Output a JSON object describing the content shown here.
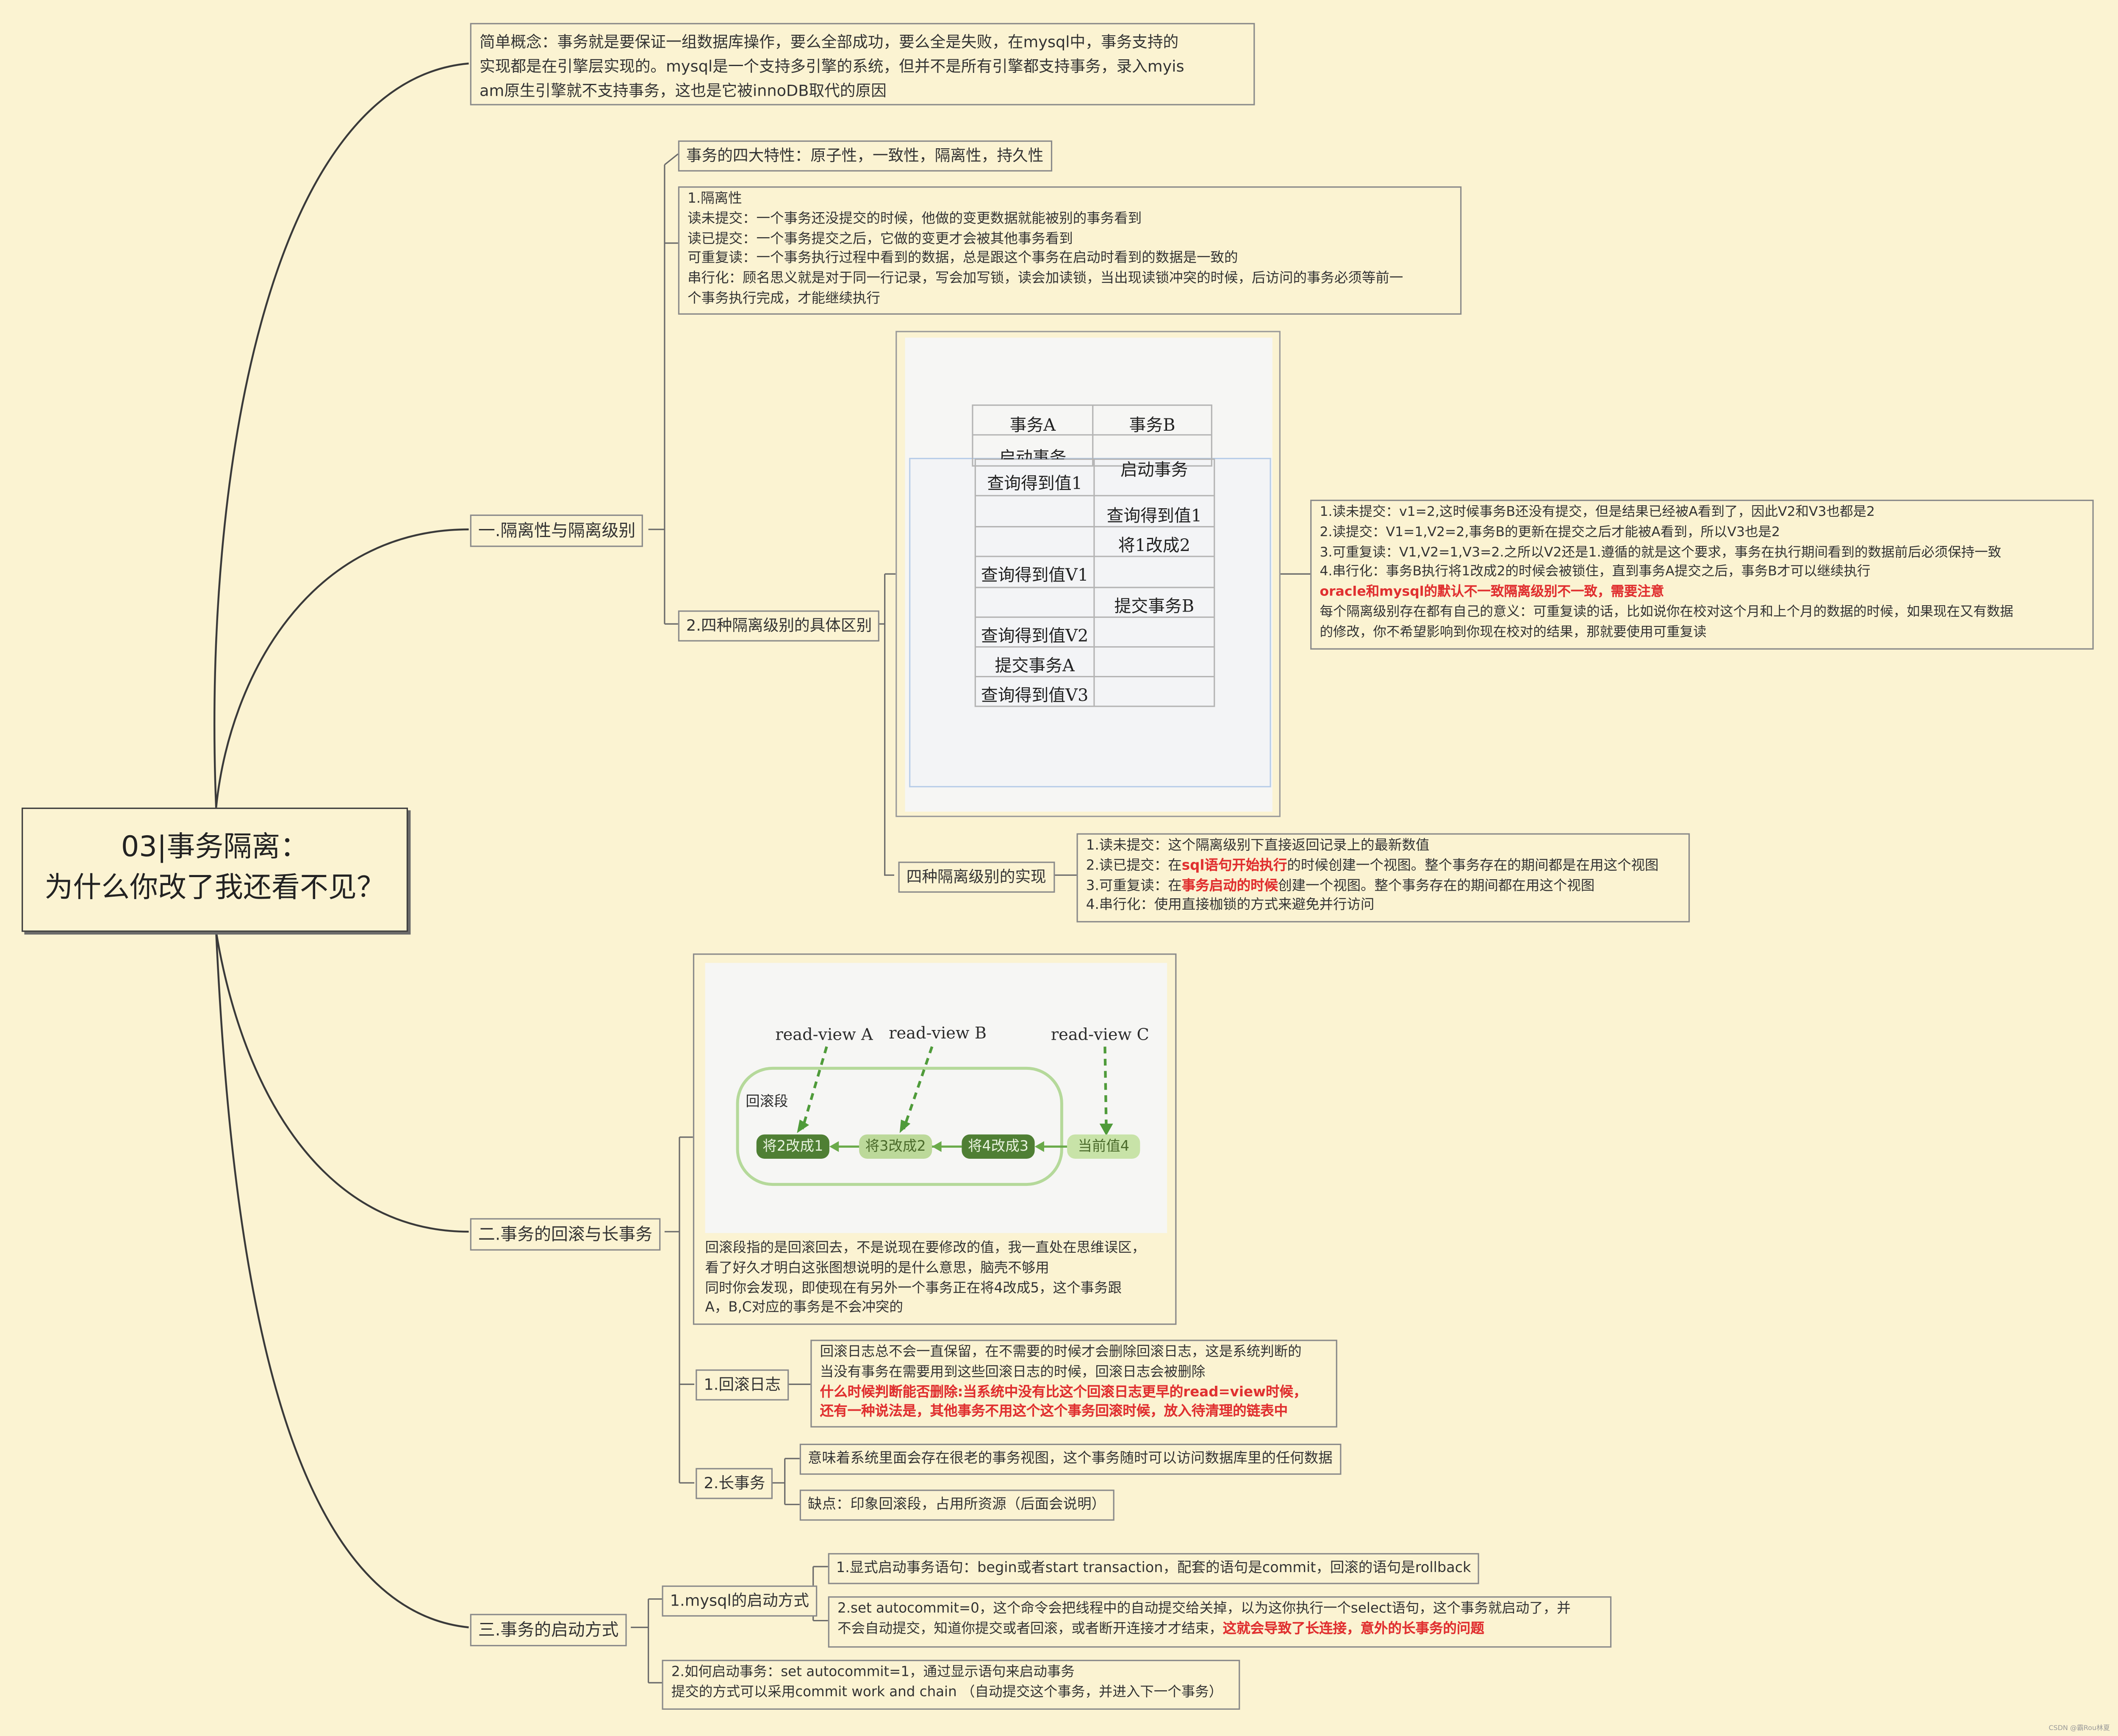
{
  "center": {
    "line1": "03|事务隔离：",
    "line2": "为什么你改了我还看不见？"
  },
  "concept": {
    "lines": [
      "简单概念：事务就是要保证一组数据库操作，要么全部成功，要么全是失败，在mysql中，事务支持的",
      "实现都是在引擎层实现的。mysql是一个支持多引擎的系统，但并不是所有引擎都支持事务，录入myis",
      "am原生引擎就不支持事务，这也是它被innoDB取代的原因"
    ]
  },
  "section1": {
    "title": "一.隔离性与隔离级别",
    "acid": "事务的四大特性：原子性，一致性，隔离性，持久性",
    "isolation": {
      "lines": [
        "1.隔离性",
        "读未提交：一个事务还没提交的时候，他做的变更数据就能被别的事务看到",
        "读已提交：一个事务提交之后，它做的变更才会被其他事务看到",
        "可重复读：一个事务执行过程中看到的数据，总是跟这个事务在启动时看到的数据是一致的",
        "串行化：顾名思义就是对于同一行记录，写会加写锁，读会加读锁，当出现读锁冲突的时候，后访问的事务必须等前一",
        "个事务执行完成，才能继续执行"
      ]
    },
    "levels_title": "2.四种隔离级别的具体区别",
    "table": {
      "head_a": "事务A",
      "head_b": "事务B",
      "start_a": "启动事务",
      "start_b": "启动事务",
      "a_q1": "查询得到值1",
      "b_q1": "查询得到值1",
      "b_upd": "将1改成2",
      "a_v1": "查询得到值V1",
      "b_commit": "提交事务B",
      "a_v2": "查询得到值V2",
      "a_commit": "提交事务A",
      "a_v3": "查询得到值V3"
    },
    "levels_notes": {
      "l1": "1.读未提交：v1=2,这时候事务B还没有提交，但是结果已经被A看到了，因此V2和V3也都是2",
      "l2": "2.读提交：V1=1,V2=2,事务B的更新在提交之后才能被A看到，所以V3也是2",
      "l3": "3.可重复读：V1,V2=1,V3=2.之所以V2还是1.遵循的就是这个要求，事务在执行期间看到的数据前后必须保持一致",
      "l4": "4.串行化：事务B执行将1改成2的时候会被锁住，直到事务A提交之后，事务B才可以继续执行",
      "l5_red": "oracle和mysql的默认不一致隔离级别不一致，需要注意",
      "l6": "每个隔离级别存在都有自己的意义：可重复读的话，比如说你在校对这个月和上个月的数据的时候，如果现在又有数据",
      "l7": "的修改，你不希望影响到你现在校对的结果，那就要使用可重复读"
    },
    "impl_title": "四种隔离级别的实现",
    "impl": {
      "l1": "1.读未提交：这个隔离级别下直接返回记录上的最新数值",
      "l2_pre": "2.读已提交：在",
      "l2_red": "sql语句开始执行",
      "l2_post": "的时候创建一个视图。整个事务存在的期间都是在用这个视图",
      "l3_pre": "3.可重复读：在",
      "l3_red": "事务启动的时候",
      "l3_post": "创建一个视图。整个事务存在的期间都在用这个视图",
      "l4": "4.串行化：使用直接枷锁的方式来避免并行访问"
    }
  },
  "section2": {
    "title": "二.事务的回滚与长事务",
    "diagram": {
      "rv_a": "read-view A",
      "rv_b": "read-view B",
      "rv_c": "read-view C",
      "segment": "回滚段",
      "n1": "将2改成1",
      "n2": "将3改成2",
      "n3": "将4改成3",
      "n4": "当前值4"
    },
    "caption": {
      "lines": [
        "回滚段指的是回滚回去，不是说现在要修改的值，我一直处在思维误区，",
        "看了好久才明白这张图想说明的是什么意思，脑壳不够用",
        "同时你会发现，即使现在有另外一个事务正在将4改成5，这个事务跟",
        "A，B,C对应的事务是不会冲突的"
      ]
    },
    "undo_title": "1.回滚日志",
    "undo": {
      "l1": "回滚日志总不会一直保留，在不需要的时候才会删除回滚日志，这是系统判断的",
      "l2": "当没有事务在需要用到这些回滚日志的时候，回滚日志会被删除",
      "l3_red": "什么时候判断能否删除:当系统中没有比这个回滚日志更早的read=view时候，",
      "l4_red": "还有一种说法是，其他事务不用这个这个事务回滚时候，放入待清理的链表中"
    },
    "long_title": "2.长事务",
    "long1": "意味着系统里面会存在很老的事务视图，这个事务随时可以访问数据库里的任何数据",
    "long2": "缺点：印象回滚段，占用所资源（后面会说明）"
  },
  "section3": {
    "title": "三.事务的启动方式",
    "mysql_title": "1.mysql的启动方式",
    "explicit": "1.显式启动事务语句：begin或者start transaction，配套的语句是commit，回滚的语句是rollback",
    "autocommit": {
      "l1": "2.set autocommit=0，这个命令会把线程中的自动提交给关掉，以为这你执行一个select语句，这个事务就启动了，并",
      "l2_pre": "不会自动提交，知道你提交或者回滚，或者断开连接才才结束，",
      "l2_red": "这就会导致了长连接，意外的长事务的问题"
    },
    "how": {
      "l1": "2.如何启动事务：set autocommit=1，通过显示语句来启动事务",
      "l2": "提交的方式可以采用commit work and chain （自动提交这个事务，并进入下一个事务）"
    }
  },
  "watermark": "CSDN @霸Rou林夏",
  "colors": {
    "background": "#fbf3d2",
    "line": "#3a3a3a",
    "red": "#e03030",
    "green_dark": "#5a8a3a",
    "green_light": "#c8e3a8"
  }
}
